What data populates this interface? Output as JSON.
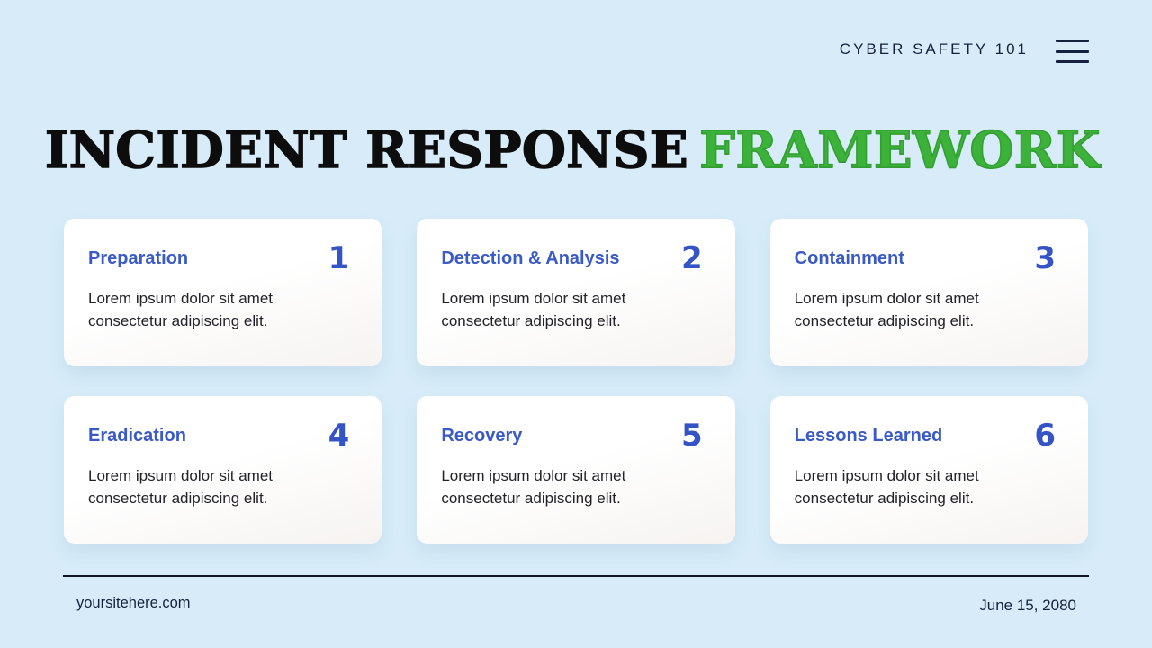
{
  "header": {
    "brand": "CYBER SAFETY 101",
    "menu_icon": "hamburger-icon"
  },
  "title": {
    "part1": "INCIDENT RESPONSE",
    "part2": "FRAMEWORK"
  },
  "cards": [
    {
      "number": "1",
      "title": "Preparation",
      "body": "Lorem ipsum dolor sit amet consectetur adipiscing elit."
    },
    {
      "number": "2",
      "title": "Detection & Analysis",
      "body": "Lorem ipsum dolor sit amet consectetur adipiscing elit."
    },
    {
      "number": "3",
      "title": "Containment",
      "body": "Lorem ipsum dolor sit amet consectetur adipiscing elit."
    },
    {
      "number": "4",
      "title": "Eradication",
      "body": "Lorem ipsum dolor sit amet consectetur adipiscing elit."
    },
    {
      "number": "5",
      "title": "Recovery",
      "body": "Lorem ipsum dolor sit amet consectetur adipiscing elit."
    },
    {
      "number": "6",
      "title": "Lessons Learned",
      "body": "Lorem ipsum dolor sit amet consectetur adipiscing elit."
    }
  ],
  "footer": {
    "website": "yoursitehere.com",
    "date": "June 15, 2080"
  },
  "colors": {
    "background": "#d7ecf8",
    "title_black": "#0d0d0d",
    "title_green": "#3cb23a",
    "accent_blue": "#3a5ac5",
    "navy_text": "#16213e",
    "card_background": "#ffffff"
  }
}
